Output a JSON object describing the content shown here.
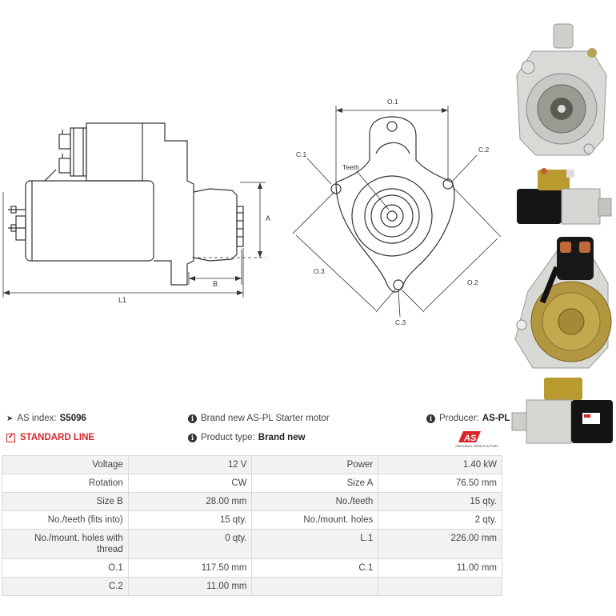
{
  "drawing_labels": {
    "side": {
      "a": "A",
      "b": "B",
      "l1": "L1"
    },
    "front": {
      "o1": "O.1",
      "o2": "O.2",
      "o3": "O.3",
      "c1": "C.1",
      "c2": "C.2",
      "c3": "C.3",
      "teeth": "Teeth"
    }
  },
  "info": {
    "as_index_label": "AS index:",
    "as_index_value": "S5096",
    "description": "Brand new AS-PL Starter motor",
    "producer_label": "Producer:",
    "producer_value": "AS-PL",
    "line": "STANDARD LINE",
    "product_type_label": "Product type:",
    "product_type_value": "Brand new"
  },
  "logo": {
    "mark": "AS",
    "tagline": "Alternators, Starters & Parts"
  },
  "specs": [
    {
      "l1": "Voltage",
      "v1": "12 V",
      "l2": "Power",
      "v2": "1.40 kW"
    },
    {
      "l1": "Rotation",
      "v1": "CW",
      "l2": "Size A",
      "v2": "76.50 mm"
    },
    {
      "l1": "Size B",
      "v1": "28.00 mm",
      "l2": "No./teeth",
      "v2": "15 qty."
    },
    {
      "l1": "No./teeth (fits into)",
      "v1": "15 qty.",
      "l2": "No./mount. holes",
      "v2": "2 qty."
    },
    {
      "l1": "No./mount. holes with thread",
      "v1": "0 qty.",
      "l2": "L.1",
      "v2": "226.00 mm"
    },
    {
      "l1": "O.1",
      "v1": "117.50 mm",
      "l2": "C.1",
      "v2": "11.00 mm"
    },
    {
      "l1": "C.2",
      "v1": "11.00 mm",
      "l2": "",
      "v2": ""
    }
  ],
  "colors": {
    "accent": "#d6262b",
    "line": "#333333",
    "row_alt": "#f2f2f2",
    "border": "#d9d9d9"
  }
}
